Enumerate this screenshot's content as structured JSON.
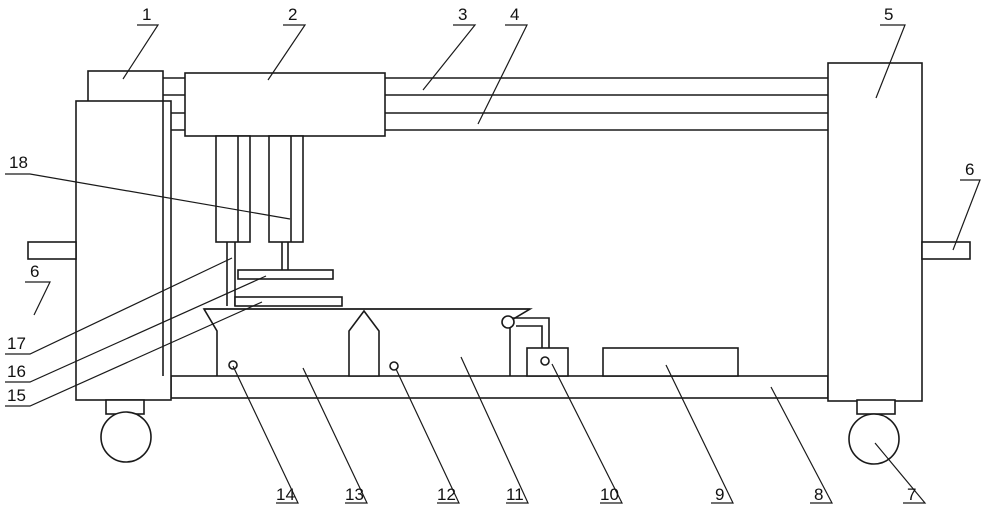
{
  "diagram": {
    "labels": {
      "l1": "1",
      "l2": "2",
      "l3": "3",
      "l4": "4",
      "l5": "5",
      "l6a": "6",
      "l6b": "6",
      "l7": "7",
      "l8": "8",
      "l9": "9",
      "l10": "10",
      "l11": "11",
      "l12": "12",
      "l13": "13",
      "l14": "14",
      "l15": "15",
      "l16": "16",
      "l17": "17",
      "l18": "18"
    },
    "colors": {
      "line": "#1a1a1a",
      "background": "#ffffff"
    }
  }
}
